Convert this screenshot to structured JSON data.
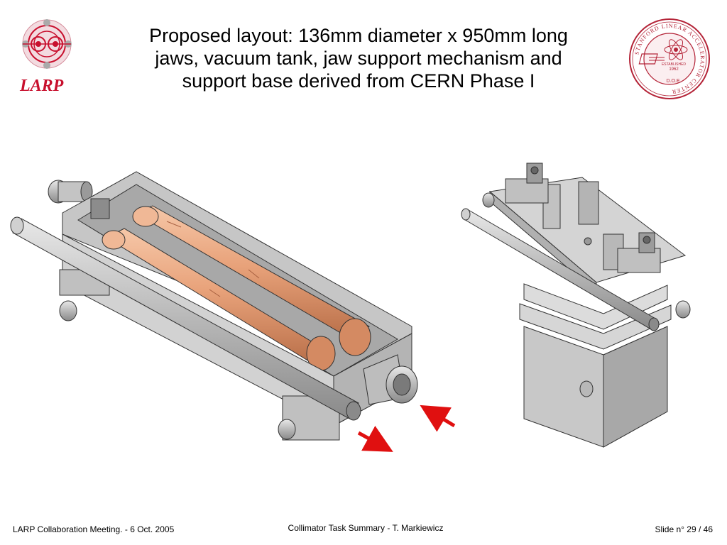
{
  "header": {
    "title_lines": [
      "Proposed layout: 136mm diameter x 950mm long",
      "jaws, vacuum tank, jaw support mechanism and",
      "support base derived from CERN Phase I"
    ],
    "logo_text": "LARP",
    "seal": {
      "ring_text": "STANFORD LINEAR ACCELERATOR CENTER",
      "established": "ESTABLISHED",
      "year": "1962",
      "bottom": "D.O.E."
    }
  },
  "footer": {
    "left": "LARP Collaboration Meeting.  -  6 Oct. 2005",
    "center": "Collimator Task Summary  -  T. Markiewicz",
    "right": "Slide n° 29 / 46"
  },
  "colors": {
    "larp_red": "#c8102e",
    "seal_red": "#b42438",
    "arrow_red": "#e01010",
    "copper": "#e8a27a",
    "steel": "#b8b8b8"
  }
}
